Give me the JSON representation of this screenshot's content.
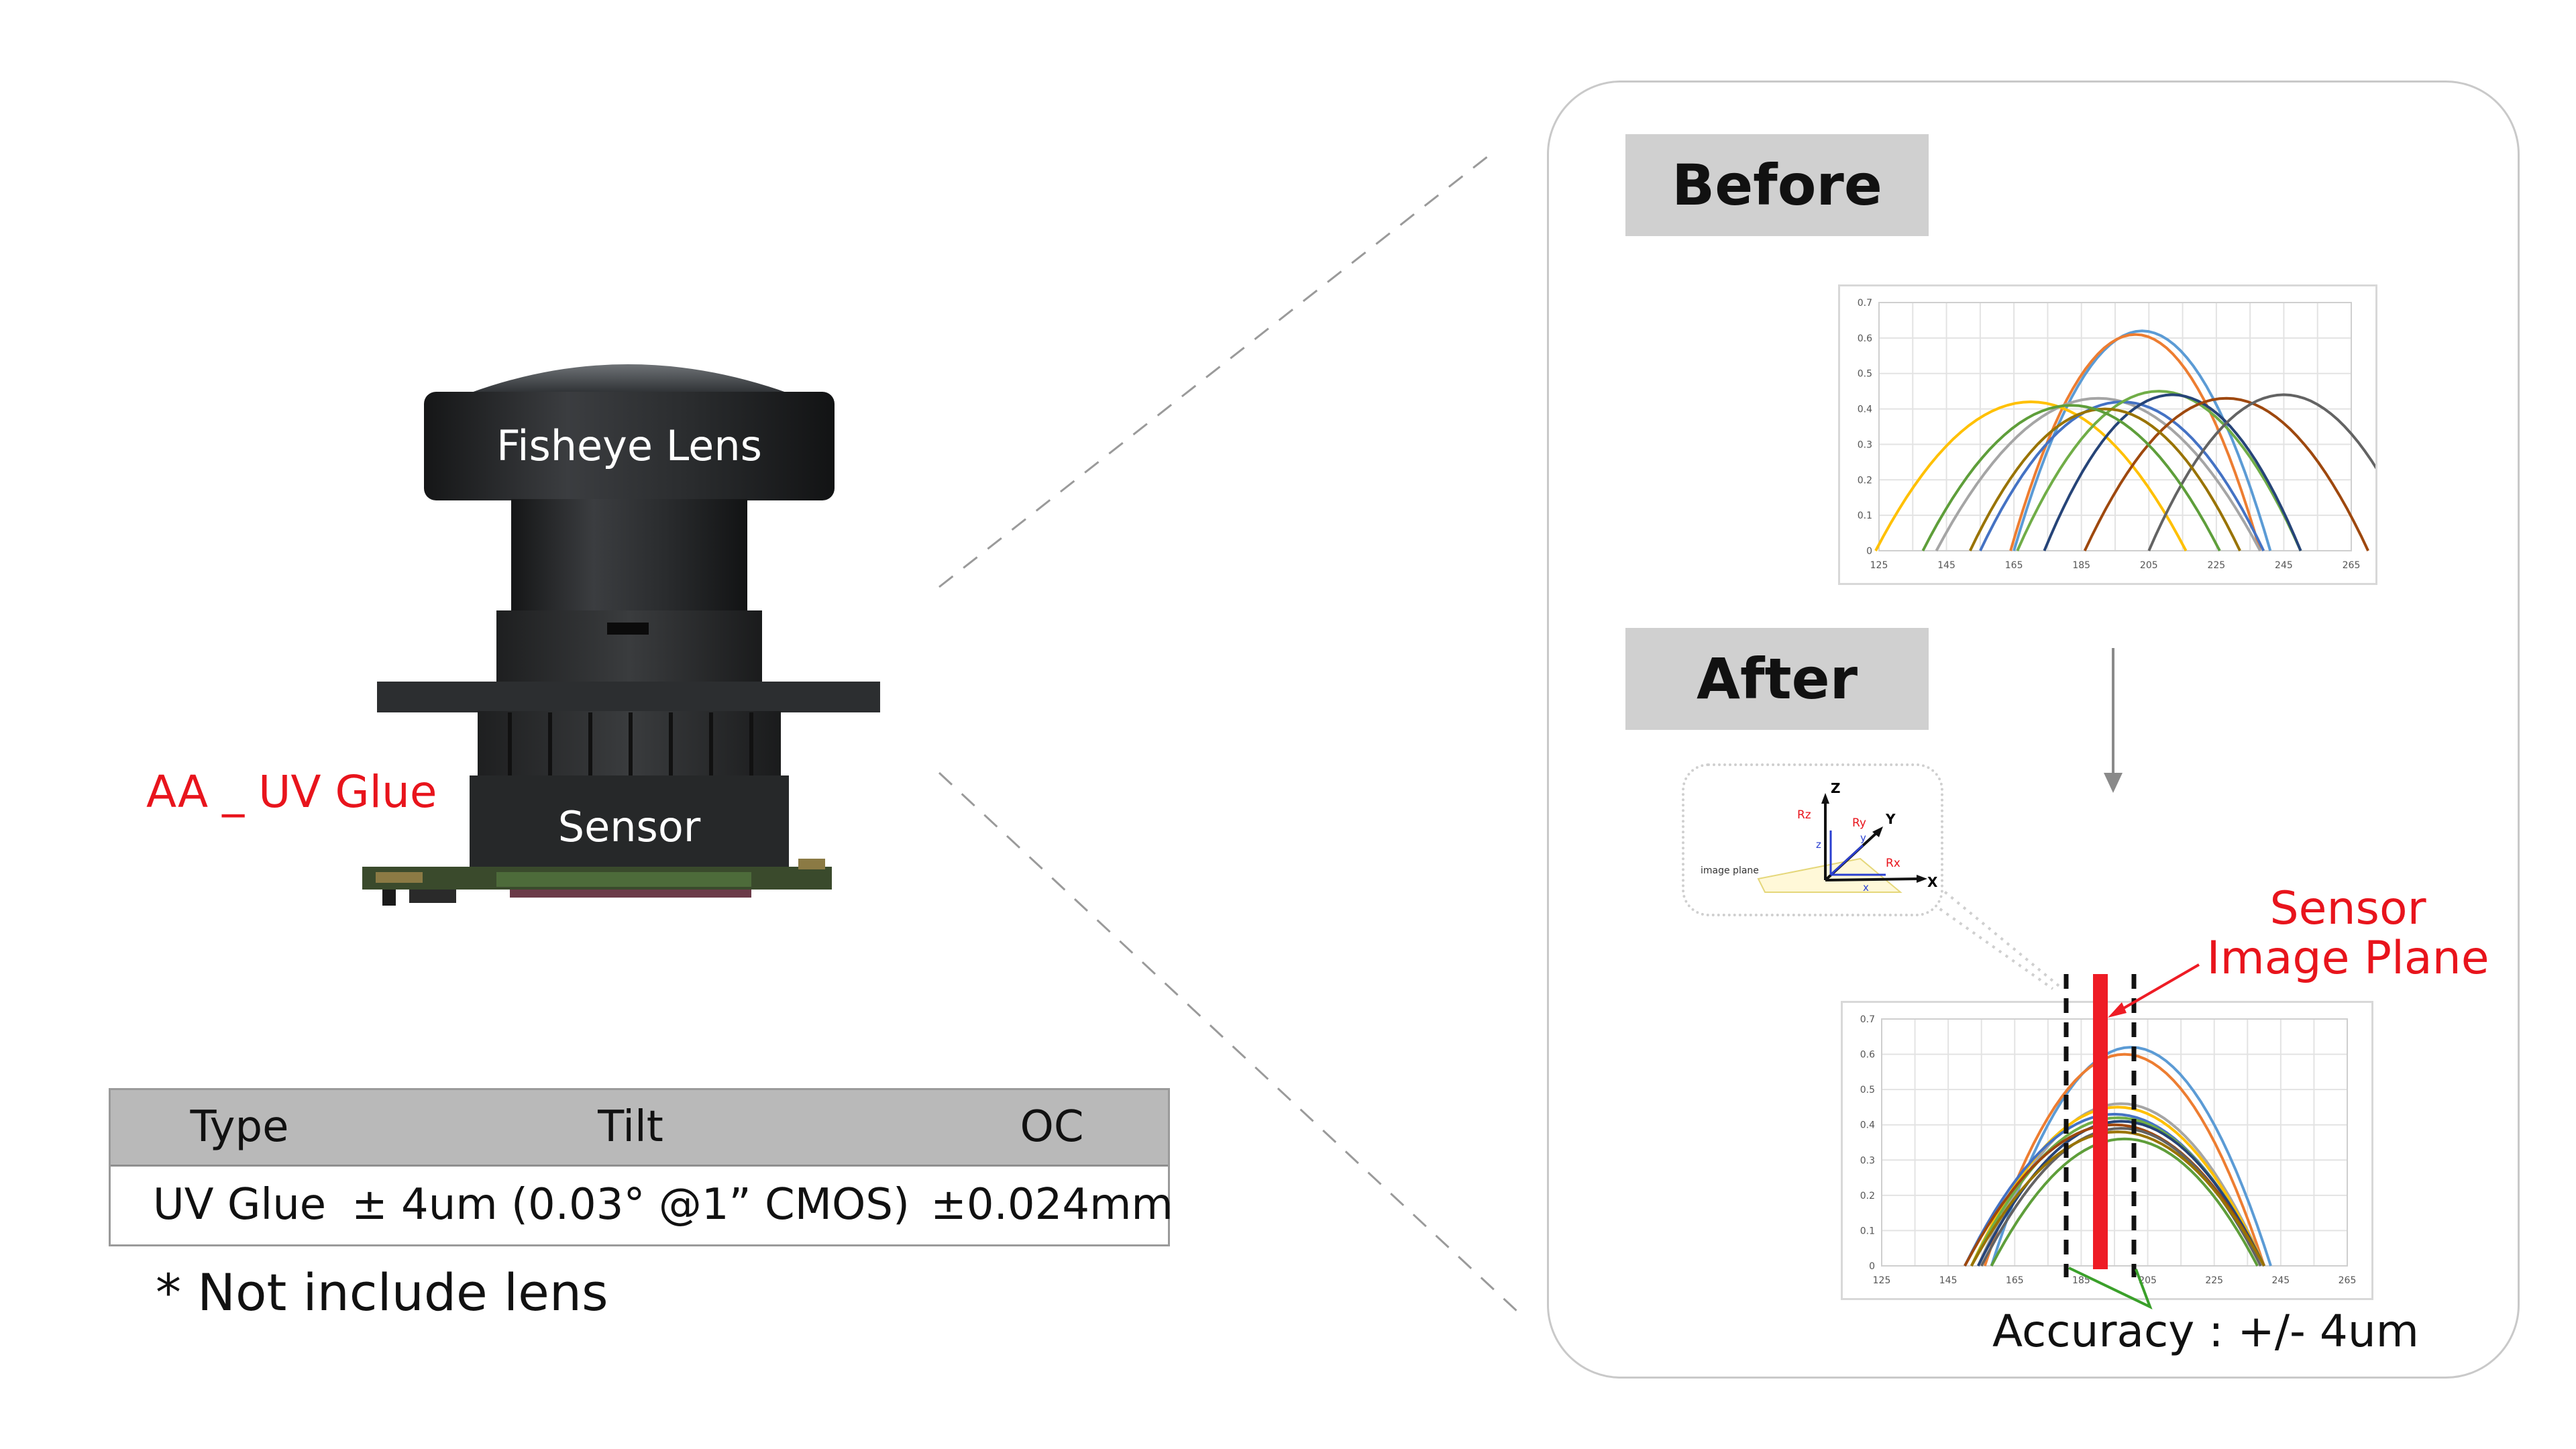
{
  "module": {
    "lens_label": "Fisheye Lens",
    "sensor_label": "Sensor",
    "aa_label": "AA _ UV Glue"
  },
  "spec_table": {
    "headers": [
      "Type",
      "Tilt",
      "OC"
    ],
    "row": [
      "UV Glue",
      "± 4um (0.03°  @1” CMOS)",
      "±0.024mm"
    ]
  },
  "note": "* Not include lens",
  "panel": {
    "before_label": "Before",
    "after_label": "After",
    "sensor_plane_label": [
      "Sensor",
      "Image Plane"
    ],
    "accuracy_label": "Accuracy : +/- 4um",
    "axis_diagram": {
      "image_plane": "image plane",
      "axes": [
        "Z",
        "Y",
        "X",
        "Rz",
        "Ry",
        "Rx",
        "z",
        "y",
        "x"
      ]
    }
  },
  "colors": {
    "red": "#e8141c",
    "tag_gray": "#d0d0d0",
    "table_header": "#b9b9b9",
    "series": [
      "#5b9bd5",
      "#ed7d31",
      "#a5a5a5",
      "#ffc000",
      "#4472c4",
      "#70ad47",
      "#264478",
      "#9e480e",
      "#636363",
      "#997300",
      "#5e9e3a"
    ]
  },
  "chart_data": [
    {
      "type": "line",
      "name": "Before",
      "x_ticks": [
        125,
        145,
        165,
        185,
        205,
        225,
        245,
        265
      ],
      "y_ticks": [
        0,
        0.1,
        0.2,
        0.3,
        0.4,
        0.5,
        0.6,
        0.7
      ],
      "xlim": [
        125,
        265
      ],
      "ylim": [
        0,
        0.7
      ],
      "grid": true,
      "series": [
        {
          "peak_x": 203,
          "peak_y": 0.62,
          "half_width": 38
        },
        {
          "peak_x": 201,
          "peak_y": 0.61,
          "half_width": 37
        },
        {
          "peak_x": 190,
          "peak_y": 0.43,
          "half_width": 48
        },
        {
          "peak_x": 170,
          "peak_y": 0.42,
          "half_width": 46
        },
        {
          "peak_x": 197,
          "peak_y": 0.42,
          "half_width": 42
        },
        {
          "peak_x": 208,
          "peak_y": 0.45,
          "half_width": 42
        },
        {
          "peak_x": 212,
          "peak_y": 0.44,
          "half_width": 38
        },
        {
          "peak_x": 228,
          "peak_y": 0.43,
          "half_width": 42
        },
        {
          "peak_x": 245,
          "peak_y": 0.44,
          "half_width": 40
        },
        {
          "peak_x": 192,
          "peak_y": 0.4,
          "half_width": 40
        },
        {
          "peak_x": 182,
          "peak_y": 0.41,
          "half_width": 44
        }
      ]
    },
    {
      "type": "line",
      "name": "After",
      "x_ticks": [
        125,
        145,
        165,
        185,
        205,
        225,
        245,
        265
      ],
      "y_ticks": [
        0,
        0.1,
        0.2,
        0.3,
        0.4,
        0.5,
        0.6,
        0.7
      ],
      "xlim": [
        125,
        265
      ],
      "ylim": [
        0,
        0.7
      ],
      "grid": true,
      "series": [
        {
          "peak_x": 200,
          "peak_y": 0.62,
          "half_width": 42
        },
        {
          "peak_x": 198,
          "peak_y": 0.6,
          "half_width": 42
        },
        {
          "peak_x": 197,
          "peak_y": 0.46,
          "half_width": 43
        },
        {
          "peak_x": 196,
          "peak_y": 0.45,
          "half_width": 44
        },
        {
          "peak_x": 195,
          "peak_y": 0.43,
          "half_width": 45
        },
        {
          "peak_x": 196,
          "peak_y": 0.42,
          "half_width": 44
        },
        {
          "peak_x": 197,
          "peak_y": 0.41,
          "half_width": 43
        },
        {
          "peak_x": 195,
          "peak_y": 0.4,
          "half_width": 45
        },
        {
          "peak_x": 197,
          "peak_y": 0.39,
          "half_width": 42
        },
        {
          "peak_x": 196,
          "peak_y": 0.38,
          "half_width": 44
        },
        {
          "peak_x": 198,
          "peak_y": 0.36,
          "half_width": 40
        }
      ]
    }
  ]
}
